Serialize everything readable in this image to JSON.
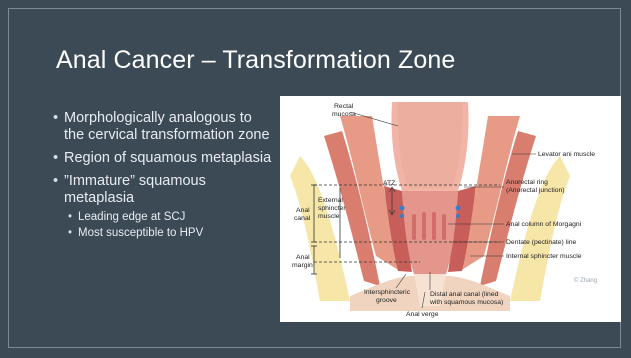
{
  "slide": {
    "title": "Anal Cancer – Transformation Zone",
    "bullets": [
      {
        "text": "Morphologically analogous to the cervical transformation zone"
      },
      {
        "text": "Region of squamous metaplasia"
      },
      {
        "text": "”Immature” squamous metaplasia"
      }
    ],
    "sub_bullets": [
      {
        "text": "Leading edge at SCJ"
      },
      {
        "text": "Most susceptible to HPV"
      }
    ]
  },
  "figure": {
    "labels": {
      "rectal_mucosa_1": "Rectal",
      "rectal_mucosa_2": "mucosa",
      "levator": "Levator ani muscle",
      "anorectal_1": "Anorectal ring",
      "anorectal_2": "(Anorectal junction)",
      "column": "Anal column of Morgagni",
      "dentate": "Dentate (pectinate) line",
      "internal": "Internal sphincter muscle",
      "atz": "ATZ",
      "anal_canal_1": "Anal",
      "anal_canal_2": "canal",
      "external_1": "External",
      "external_2": "sphincter",
      "external_3": "muscle",
      "margin_1": "Anal",
      "margin_2": "margin",
      "intersph_1": "Intersphincteric",
      "intersph_2": "groove",
      "distal_1": "Distal anal canal (lined",
      "distal_2": "with squamous mucosa)",
      "verge": "Anal verge",
      "signature": "© Zhang"
    }
  }
}
